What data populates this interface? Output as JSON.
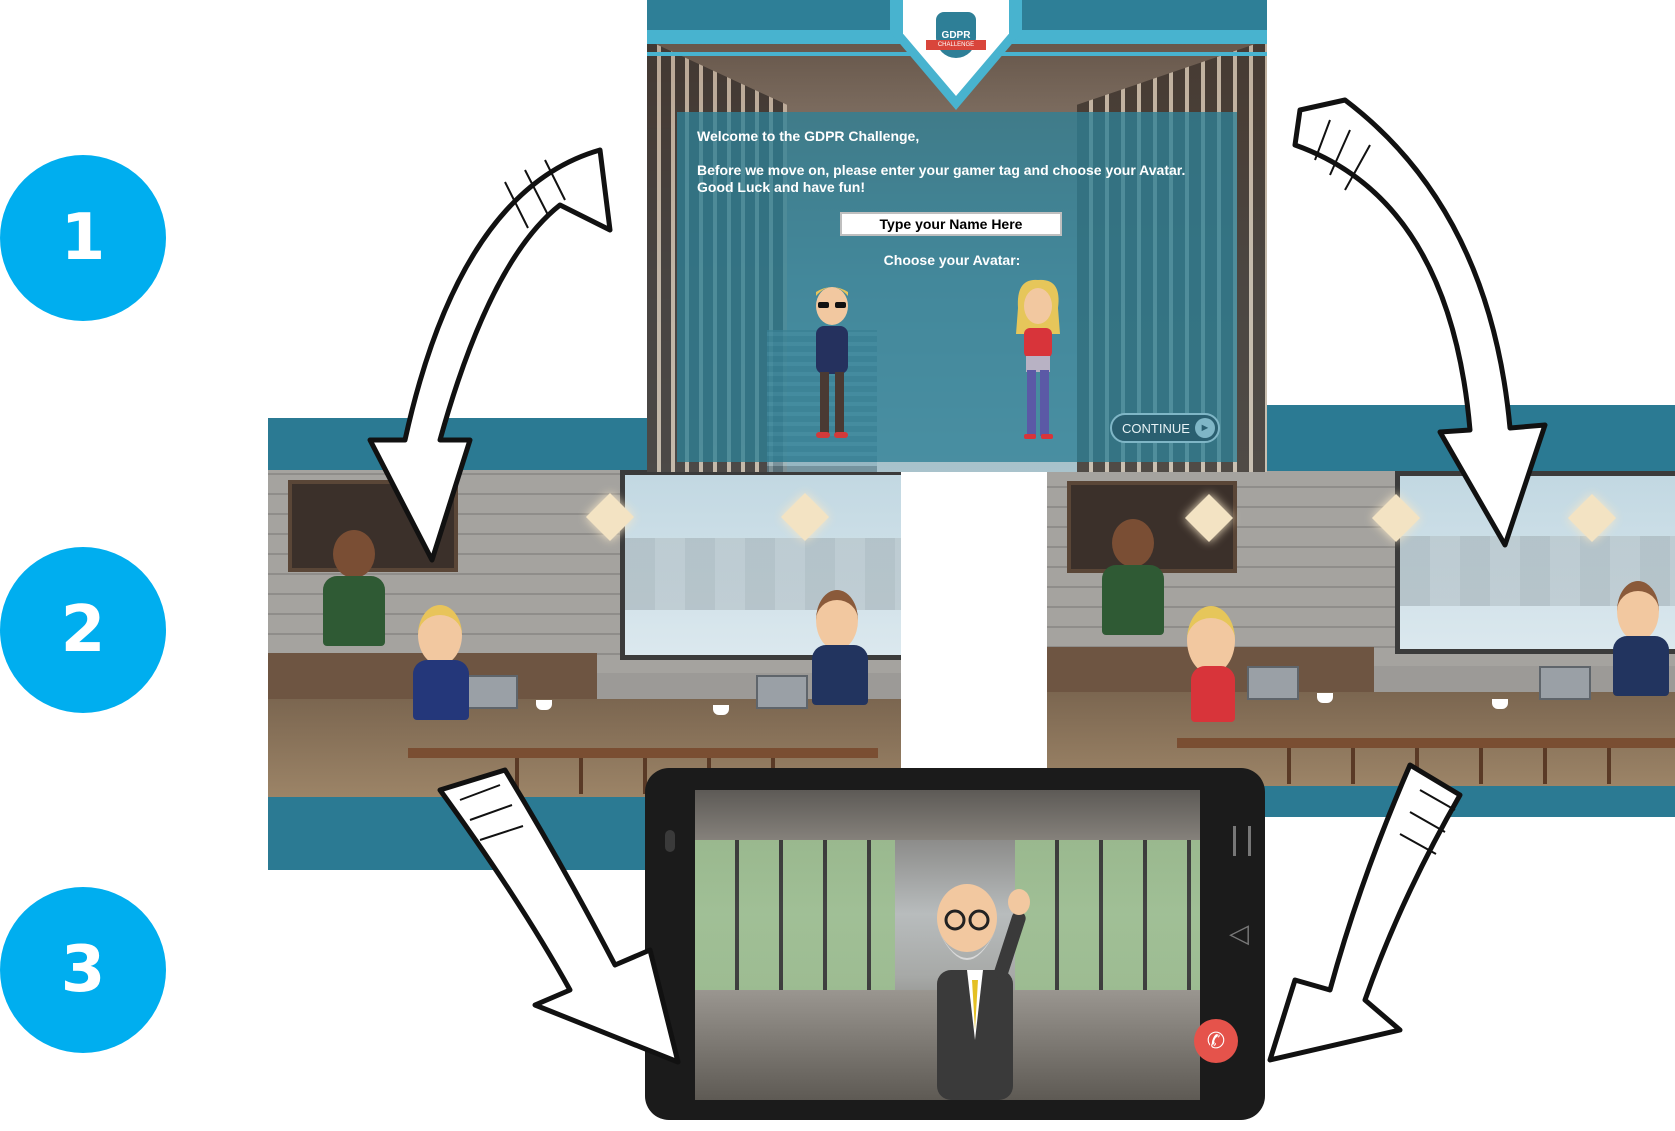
{
  "steps": [
    "1",
    "2",
    "3"
  ],
  "welcome": {
    "badge_text": "GDPR",
    "badge_ribbon": "CHALLENGE",
    "greeting": "Welcome to the GDPR Challenge,",
    "instructions": "Before we move on, please enter your gamer tag and choose your Avatar. Good Luck and have fun!",
    "name_placeholder": "Type your Name Here",
    "choose_label": "Choose your Avatar:",
    "continue_label": "CONTINUE",
    "avatars": [
      "male-avatar",
      "female-avatar"
    ]
  },
  "scenes": {
    "cafe_male": "cafe-scene-male-avatar",
    "cafe_female": "cafe-scene-female-avatar",
    "phone_call": "phone-call-scene"
  },
  "colors": {
    "step_circle": "#00aeef",
    "teal_band": "#2b7a93",
    "panel": "#2e8096",
    "hangup": "#e5534b"
  },
  "icons": {
    "continue_arrow": "arrow-right-icon",
    "hangup": "phone-hangup-icon",
    "phone_back": "back-triangle-icon"
  }
}
